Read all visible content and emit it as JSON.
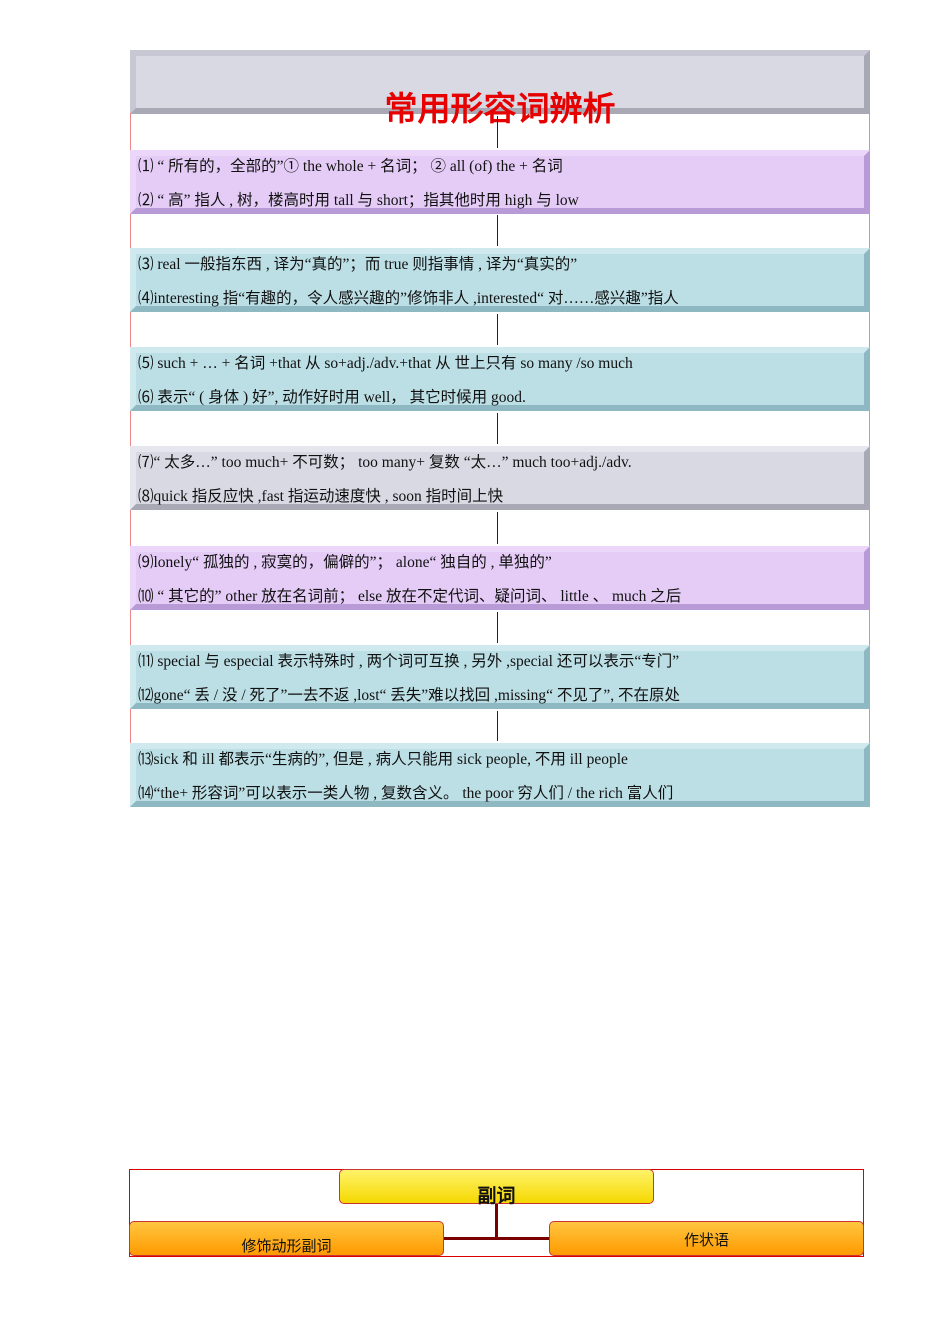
{
  "title": "常用形容词辨析",
  "boxes": [
    {
      "lines": [
        "⑴ “ 所有的，全部的”①  the whole +  名词；  ② all (of) the +  名词",
        "⑵ “ 高”     指人 , 树，楼高时用 tall 与 short；指其他时用 high 与 low"
      ]
    },
    {
      "lines": [
        "⑶ real 一般指东西 , 译为“真的”；而 true 则指事情 , 译为“真实的”",
        "⑷interesting 指“有趣的，令人感兴趣的”修饰非人 ,interested“ 对……感兴趣”指人"
      ]
    },
    {
      "lines": [
        " ⑸ such + … +  名词 +that 从   so+adj./adv.+that 从  世上只有 so many /so much",
        " ⑹ 表示“ ( 身体 ) 好”, 动作好时用 well， 其它时候用 good."
      ]
    },
    {
      "lines": [
        "⑺“ 太多…”  too much+ 不可数； too many+ 复数        “太…”  much too+adj./adv.",
        "⑻quick 指反应快 ,fast 指运动速度快 ,       soon 指时间上快"
      ]
    },
    {
      "lines": [
        "⑼lonely“ 孤独的 , 寂寞的，偏僻的”；  alone“ 独自的 , 单独的”",
        "⑽  “ 其它的”  other 放在名词前；  else 放在不定代词、疑问词、 little 、 much 之后"
      ]
    },
    {
      "lines": [
        "⑾ special 与 especial 表示特殊时 , 两个词可互换 , 另外 ,special 还可以表示“专门”",
        "⑿gone“ 丢 / 没 / 死了”一去不返 ,lost“ 丢失”难以找回 ,missing“ 不见了”, 不在原处"
      ]
    },
    {
      "lines": [
        "⒀sick 和 ill 都表示“生病的”, 但是 , 病人只能用 sick people,  不用 ill people",
        "⒁“the+ 形容词”可以表示一类人物 , 复数含义。 the poor  穷人们 / the rich 富人们"
      ]
    }
  ],
  "diagram": {
    "root": "副词",
    "left": "修饰动形副词",
    "right": "作状语"
  }
}
